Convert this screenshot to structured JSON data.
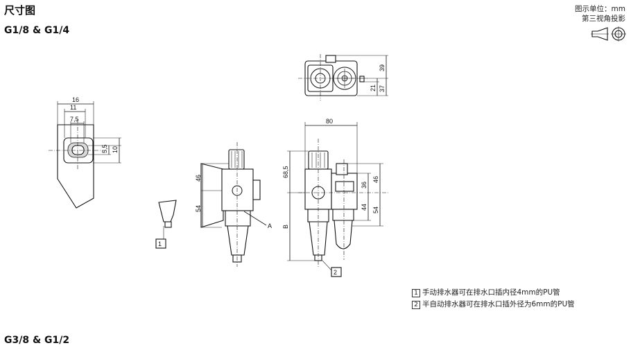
{
  "header": {
    "title": "尺寸图",
    "subtitle": "G1/8 & G1/4",
    "unit_line1": "图示单位：mm",
    "unit_line2": "第三视角投影"
  },
  "section2": {
    "title": "G3/8 & G1/2"
  },
  "icons": {
    "projection": "third-angle-projection-icon"
  },
  "dimensions": {
    "d16": "16",
    "d11": "11",
    "d7_5": "7,5",
    "d5_5": "5,5",
    "d10": "10",
    "d46a": "46",
    "d54a": "54",
    "labelA": "A",
    "d68_5": "68,5",
    "d80": "80",
    "dB": "B",
    "d36": "36",
    "d46b": "46",
    "d44": "44",
    "d54b": "54",
    "d39": "39",
    "d21": "21",
    "d37": "37",
    "callout1": "1",
    "callout2": "2"
  },
  "notes": [
    {
      "num": "1",
      "text": "手动排水器可在排水口插内径4mm的PU管"
    },
    {
      "num": "2",
      "text": "半自动排水器可在排水口插外径为6mm的PU管"
    }
  ]
}
